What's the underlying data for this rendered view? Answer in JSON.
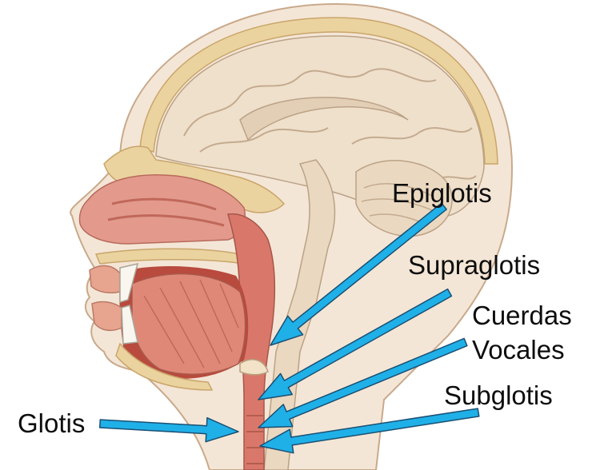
{
  "labels": {
    "epiglotis": "Epiglotis",
    "supraglotis": "Supraglotis",
    "cuerdas_line1": "Cuerdas",
    "cuerdas_line2": "Vocales",
    "subglotis": "Subglotis",
    "glotis": "Glotis"
  },
  "colors": {
    "arrow_fill": "#1fb0e8",
    "arrow_stroke": "#1a4f73",
    "skin": "#f4e6d6",
    "brain": "#efe0cc",
    "tissue": "#d97a6c",
    "bone": "#ead39f",
    "label_text": "#0d0d0d"
  }
}
